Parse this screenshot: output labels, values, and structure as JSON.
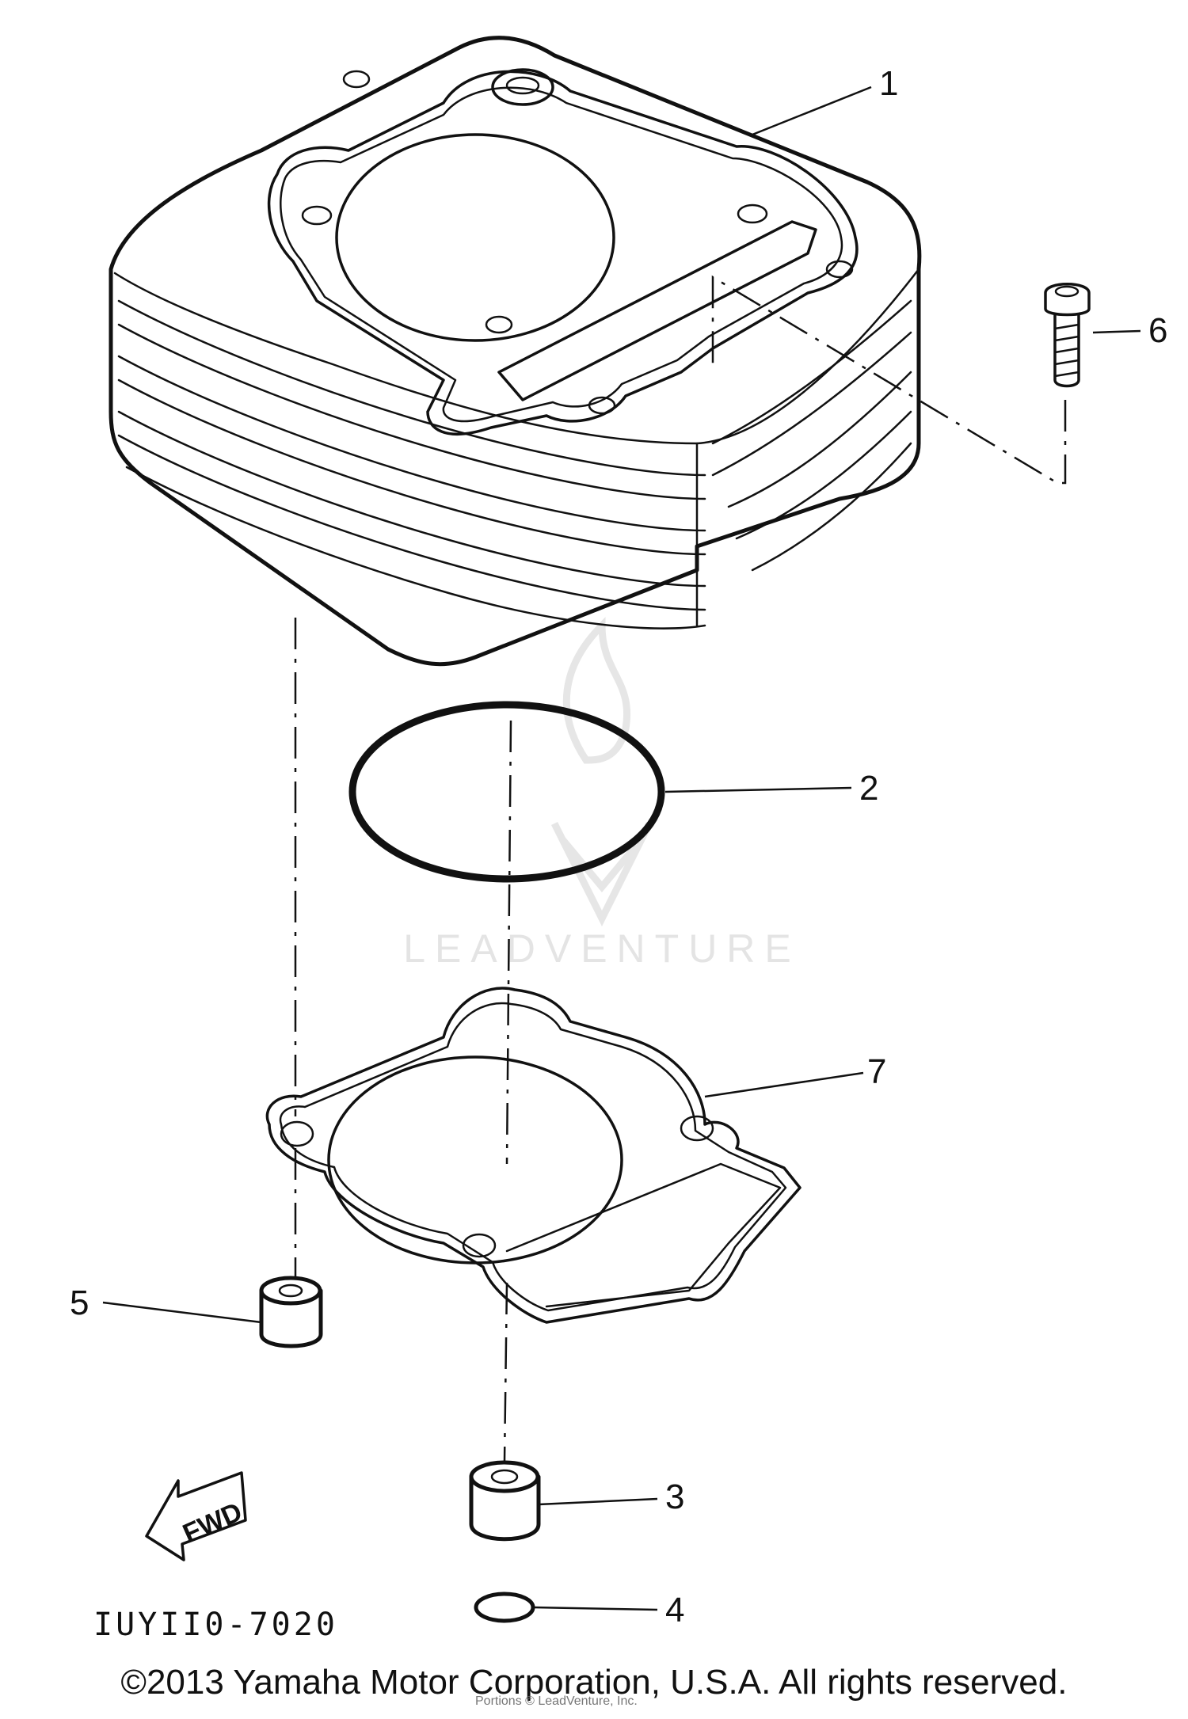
{
  "callouts": {
    "c1": "1",
    "c2": "2",
    "c3": "3",
    "c4": "4",
    "c5": "5",
    "c6": "6",
    "c7": "7"
  },
  "fwd_label": "FWD",
  "diagram_code": "IUYII0-7020",
  "watermark_text": "LEADVENTURE",
  "copyright": "©2013 Yamaha Motor Corporation, U.S.A. All rights reserved.",
  "small_credit": "Portions © LeadVenture, Inc.",
  "colors": {
    "line": "#111111",
    "watermark": "#e4e4e4",
    "background": "#ffffff"
  }
}
